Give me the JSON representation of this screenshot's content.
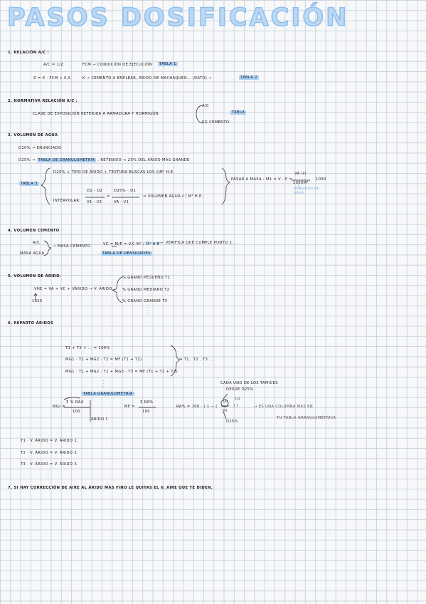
{
  "title": "Pasos dosificación",
  "s1": {
    "heading": "1. Relación A/C :",
    "l1a": "A/C = 1/z",
    "l1b": "fcm → Condición de ejecución",
    "l1c": "Tabla 1",
    "l2a": "z = K · fcm + 0,5",
    "l2b": "K → cemento a emplear, árido de machaqueo... (dato) →",
    "l2c": "Tabla 2"
  },
  "s2": {
    "heading": "2. Normativa relación A/C :",
    "line": "Clase de exposición referida a armadura y hormigón",
    "opt1": "A/C",
    "opt2": "Kg cemento",
    "tag": "Tabla"
  },
  "s3": {
    "heading": "3. Volumen de agua",
    "d10": "D10% → Enunciado",
    "d25a": "D25% →",
    "d25b": "Tabla de granulometría",
    "d25c": ", retenido < 25% del árido más grande",
    "tabla3": "Tabla 3",
    "opt1": "D25% + tipo de árido + textura buscas los ℓ/m³ H.E",
    "interp": "Interpolar:",
    "frac1n": "D1 - D2",
    "frac1d": "V1 - V2",
    "frac2n": "D25% - D1",
    "frac2d": "VA - V1",
    "result": "⇒ Volumen agua ℓ / m³ H.E.",
    "pasar": "Pasar a masa : m1 = V · ρ =",
    "fracn": "VA (ℓ)",
    "fracd": "1000m³",
    "times": "· 1000",
    "note": "Densidad de agua"
  },
  "s4": {
    "heading": "4. Volumen cemento",
    "ac": "A/C",
    "masa": "masa agua",
    "arrow": "→ masa cemento",
    "formula": "Vc = m/ρ = V.C m³ / m³ H.E",
    "tabla": "Tabla de densidades",
    "verifica": "← Verifica que cumple punto 2."
  },
  "s5": {
    "heading": "5. Volumen de árido.",
    "formula": "VHE = VA + VC + Várido → V. árido",
    "n1025": "1025",
    "g1": "% grano pequeño t1",
    "g2": "% grano mediano t2",
    "g3": "% grano grande t3"
  },
  "s6": {
    "heading": "6. Reparto áridos",
    "e1": "t1 + t2 + ... = 100%",
    "e2": "mG1 · t1 + mG2 · t2 = mf (t1 + t2)",
    "e3": "mG1 · t1 + mG2 · t2 + mG3 · t3 = mf (t1 + t2 + t3)",
    "sol": "⇒ t1 , t2 , t3 ...",
    "tablaGran": "Tabla granulometría",
    "mgi": "mGi =",
    "mgiNum": "Σ % RAA",
    "mgiDen": "100",
    "aridoI": "árido i.",
    "mf": "mf =",
    "mfNum": "Σ RA%",
    "mfDen": "100",
    "ra": "RA% = 100 · ( 1 − (",
    "raDi": "di",
    "raD": "Di",
    "raExp": "1/2",
    "cada": "Cada uno de los tamices",
    "desde": "desde D25%",
    "d25": "D25%",
    "esUna": "→ Es una columna más en",
    "tuTabla": "tu tabla granulométrica",
    "v1": "t1 · V. árido = V. árido 1.",
    "v2": "t2 · V. árido = V. árido 2.",
    "v3": "t3 · V. árido = V. árido 3."
  },
  "s7": {
    "heading": "7. Si hay corrección de aire al árido más fino le quitas el V. aire que te diden."
  }
}
